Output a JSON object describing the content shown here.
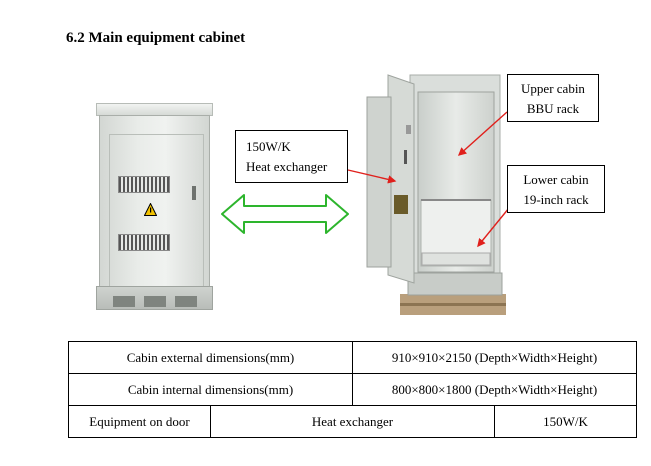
{
  "heading": "6.2 Main equipment cabinet",
  "callouts": {
    "heat_exchanger": [
      "150W/K",
      "Heat exchanger"
    ],
    "upper_cabin": [
      "Upper cabin",
      "BBU rack"
    ],
    "lower_cabin": [
      "Lower cabin",
      "19-inch rack"
    ]
  },
  "colors": {
    "arrow_outline": "#2db52d",
    "pointer": "#e0201c"
  },
  "table": {
    "rows": [
      {
        "label": "Cabin external dimensions(mm)",
        "value": "910×910×2150 (Depth×Width×Height)"
      },
      {
        "label": "Cabin internal dimensions(mm)",
        "value": "800×800×1800 (Depth×Width×Height)"
      },
      {
        "label": "Equipment on door",
        "item": "Heat exchanger",
        "value": "150W/K"
      }
    ]
  }
}
